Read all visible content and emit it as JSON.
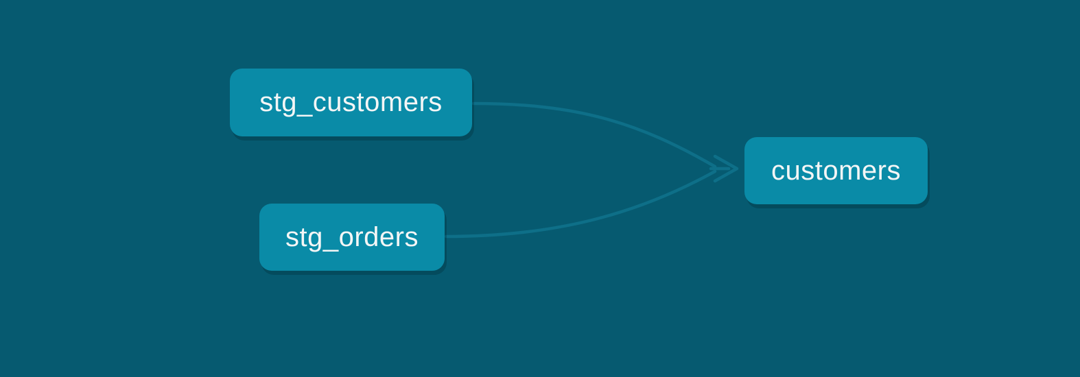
{
  "diagram": {
    "type": "lineage-dag",
    "nodes": [
      {
        "id": "stg_customers",
        "label": "stg_customers"
      },
      {
        "id": "stg_orders",
        "label": "stg_orders"
      },
      {
        "id": "customers",
        "label": "customers"
      }
    ],
    "edges": [
      {
        "from": "stg_customers",
        "to": "customers"
      },
      {
        "from": "stg_orders",
        "to": "customers"
      }
    ],
    "colors": {
      "background": "#065A70",
      "node_fill": "#0A8BA7",
      "edge": "#0E6F88",
      "text": "#F4F6F6"
    }
  }
}
